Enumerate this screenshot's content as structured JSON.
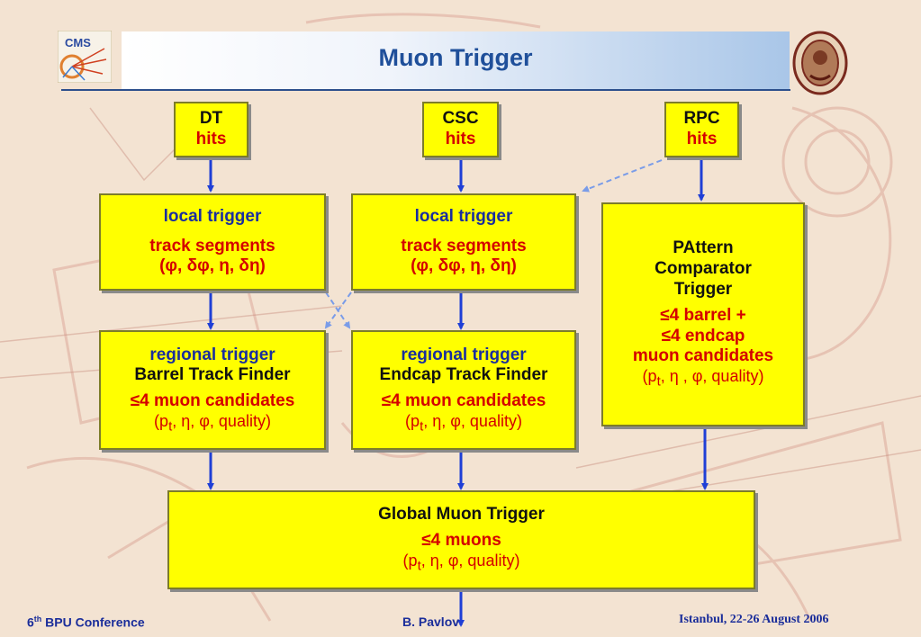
{
  "title": "Muon Trigger",
  "colors": {
    "box_fill": "#ffff00",
    "blue_text": "#1a2e9e",
    "red_text": "#d40000",
    "arrow": "#1f3fd6",
    "title_text": "#1f4f9a"
  },
  "logos": {
    "left": "CMS",
    "right": "university seal"
  },
  "hits": {
    "dt": {
      "name": "DT",
      "sub": "hits"
    },
    "csc": {
      "name": "CSC",
      "sub": "hits"
    },
    "rpc": {
      "name": "RPC",
      "sub": "hits"
    }
  },
  "local_dt": {
    "title": "local trigger",
    "line1": "track segments",
    "line2": "(φ, δφ, η, δη)"
  },
  "local_csc": {
    "title": "local trigger",
    "line1": "track segments",
    "line2": "(φ, δφ, η, δη)"
  },
  "regional_dt": {
    "title": "regional trigger",
    "sub": "Barrel Track Finder",
    "line1": "≤4 muon candidates",
    "line2_pre": "(p",
    "line2_sub": "t",
    "line2_post": ", η, φ, quality)"
  },
  "regional_csc": {
    "title": "regional trigger",
    "sub": "Endcap Track Finder",
    "line1": "≤4 muon candidates",
    "line2_pre": "(p",
    "line2_sub": "t",
    "line2_post": ", η, φ, quality)"
  },
  "pact": {
    "t1": "PAttern",
    "t2": "Comparator",
    "t3": "Trigger",
    "r1": "≤4 barrel +",
    "r2": "≤4 endcap",
    "r3": "muon candidates",
    "q_pre": "(p",
    "q_sub": "t",
    "q_post": ", η , φ, quality)"
  },
  "global": {
    "title": "Global Muon Trigger",
    "line1": "≤4 muons",
    "line2_pre": "(p",
    "line2_sub": "t",
    "line2_post": ", η, φ, quality)"
  },
  "footer": {
    "left_num": "6",
    "left_sup": "th",
    "left_text": " BPU Conference",
    "center": "B. Pavlov",
    "right": "Istanbul, 22-26 August  2006"
  }
}
